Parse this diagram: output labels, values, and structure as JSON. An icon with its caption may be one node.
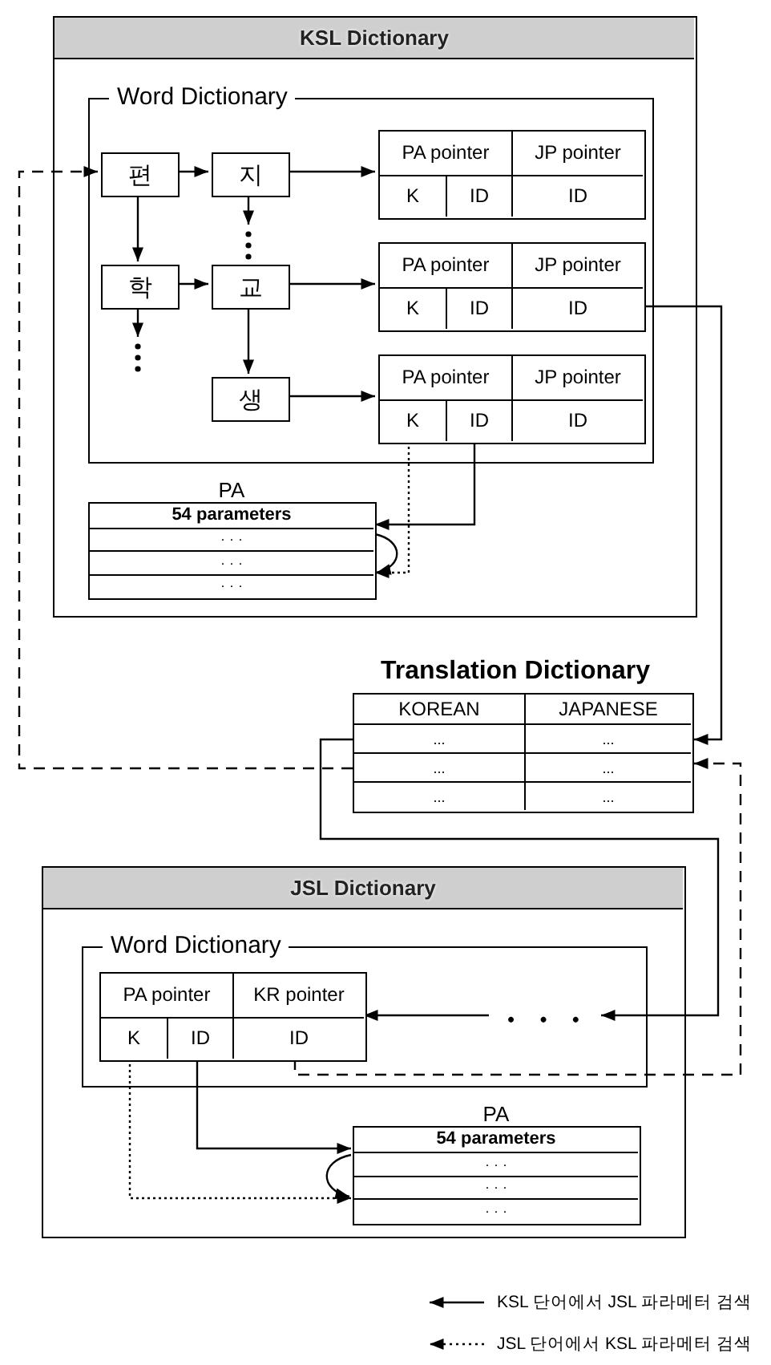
{
  "diagram": {
    "nodes": [
      {
        "text": [
          "KSL Dictionary"
        ]
      },
      {
        "text": [
          "Word Dictionary"
        ],
        "in": 0
      },
      {
        "text": [
          "편"
        ],
        "in": 1
      },
      {
        "text": [
          "지"
        ],
        "in": 1
      },
      {
        "text": [
          "학"
        ],
        "in": 1
      },
      {
        "text": [
          "교"
        ],
        "in": 1
      },
      {
        "text": [
          "생"
        ],
        "in": 1
      },
      {
        "text": [
          "PA pointer",
          "JP pointer",
          "K",
          "ID",
          "ID"
        ],
        "in": 1
      },
      {
        "text": [
          "PA pointer",
          "JP pointer",
          "K",
          "ID",
          "ID"
        ],
        "in": 1
      },
      {
        "text": [
          "PA pointer",
          "JP pointer",
          "K",
          "ID",
          "ID"
        ],
        "in": 1
      },
      {
        "text": [
          "PA",
          "54 parameters",
          "· · ·",
          "· · ·",
          "· · ·"
        ],
        "in": 0
      },
      {
        "text": [
          "Translation Dictionary",
          "KOREAN",
          "JAPANESE",
          "...",
          "...",
          "...",
          "...",
          "...",
          "..."
        ]
      },
      {
        "text": [
          "JSL Dictionary"
        ]
      },
      {
        "text": [
          "Word Dictionary"
        ],
        "in": 12
      },
      {
        "text": [
          "PA pointer",
          "KR pointer",
          "K",
          "ID",
          "ID"
        ],
        "in": 13
      },
      {
        "text": [
          "PA",
          "54 parameters",
          "· · ·",
          "· · ·",
          "· · ·"
        ],
        "in": 12
      },
      {
        "text": [
          "• • •"
        ],
        "in": 13
      }
    ],
    "edges": [
      {
        "from": 2,
        "to": 3,
        "arrow": "to"
      },
      {
        "from": 3,
        "to": 7,
        "arrow": "to"
      },
      {
        "from": 2,
        "to": 4,
        "arrow": "to"
      },
      {
        "from": 4,
        "to": 5,
        "arrow": "to"
      },
      {
        "from": 5,
        "to": 8,
        "arrow": "to"
      },
      {
        "from": 5,
        "to": 6,
        "arrow": "to"
      },
      {
        "from": 6,
        "to": 9,
        "arrow": "to"
      },
      {
        "from": 3,
        "to": null,
        "arrow": "to"
      },
      {
        "from": 4,
        "to": null,
        "arrow": "to"
      },
      {
        "from": 9,
        "to": 10,
        "arrow": "to"
      },
      {
        "from": 9,
        "to": 10,
        "arrow": "to",
        "style": "dashed"
      },
      {
        "from": 8,
        "to": 11,
        "arrow": "to"
      },
      {
        "from": 11,
        "to": 16,
        "arrow": "to"
      },
      {
        "from": 16,
        "to": 14,
        "arrow": "to"
      },
      {
        "from": 11,
        "to": 2,
        "arrow": "to",
        "style": "dashed"
      },
      {
        "from": 14,
        "to": 11,
        "arrow": "to",
        "style": "dashed"
      },
      {
        "from": 14,
        "to": 15,
        "arrow": "to"
      },
      {
        "from": 14,
        "to": 15,
        "arrow": "to",
        "style": "dashed"
      }
    ],
    "legend": [
      {
        "text": "KSL 단어에서 JSL 파라메터 검색"
      },
      {
        "text": "JSL 단어에서 KSL 파라메터 검색"
      }
    ]
  }
}
